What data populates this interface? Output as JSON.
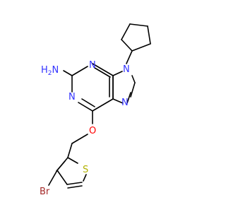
{
  "atoms": {
    "amine_n": "N",
    "amine_h": "H",
    "amine_h2": "2",
    "n1": "N",
    "n3": "N",
    "n7": "N",
    "n9": "N",
    "o": "O",
    "s": "S",
    "br": "Br"
  },
  "colors": {
    "bond": "#000000",
    "nitrogen": "#3333ff",
    "oxygen": "#ff0000",
    "sulfur": "#b2b200",
    "bromine": "#a52a2a"
  }
}
